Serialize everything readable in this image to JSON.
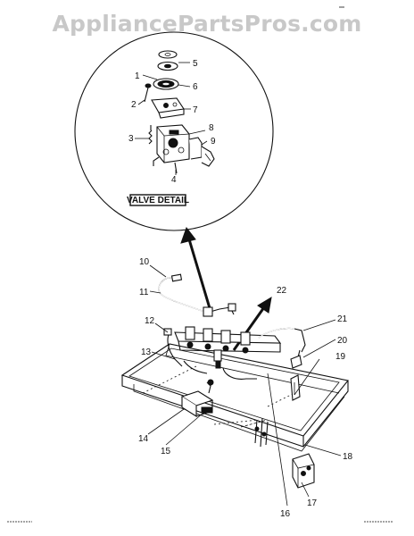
{
  "watermark": "AppliancePartsPros.com",
  "valve_detail_label": "VALVE DETAIL",
  "part_labels": {
    "p1": "1",
    "p2": "2",
    "p3": "3",
    "p4": "4",
    "p5": "5",
    "p6": "6",
    "p7": "7",
    "p8": "8",
    "p9": "9",
    "p10": "10",
    "p11": "11",
    "p12": "12",
    "p13": "13",
    "p14": "14",
    "p15": "15",
    "p16": "16",
    "p17": "17",
    "p18": "18",
    "p19": "19",
    "p20": "20",
    "p21": "21",
    "p22": "22"
  }
}
